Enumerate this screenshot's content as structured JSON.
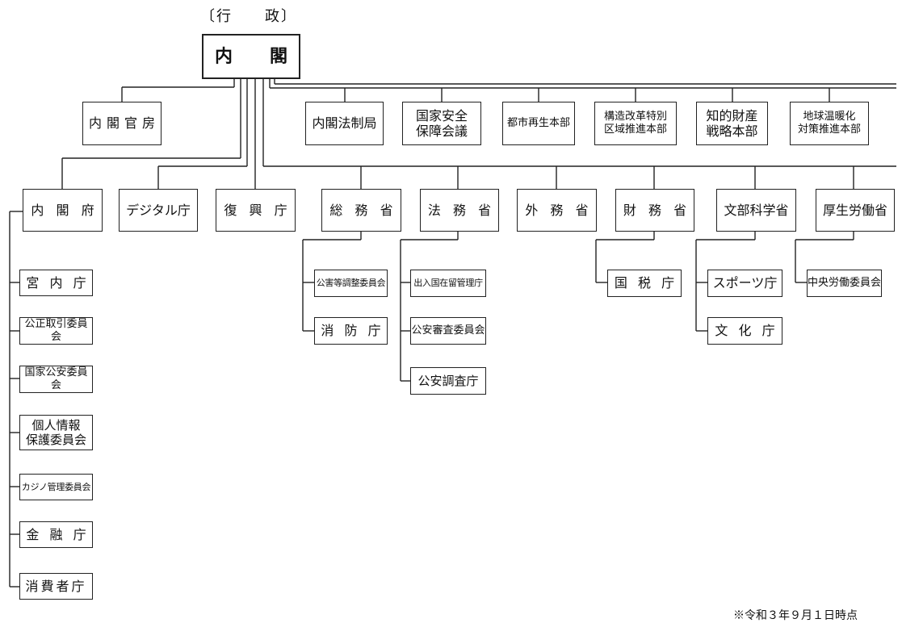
{
  "heading": "〔行　　政〕",
  "cabinet": {
    "left": "内",
    "right": "閣"
  },
  "cabinet_secretariat": "内閣官房",
  "cabinet_units": [
    "内閣法制局",
    "国家安全\n保障会議",
    "都市再生本部",
    "構造改革特別\n区域推進本部",
    "知的財産\n戦略本部",
    "地球温暖化\n対策推進本部"
  ],
  "ministries": {
    "naikakufu": "内 閣 府",
    "digital": "デジタル庁",
    "fukko": "復 興 庁",
    "somu": "総 務 省",
    "homu": "法 務 省",
    "gaimu": "外 務 省",
    "zaimu": "財 務 省",
    "monbu": "文部科学省",
    "kosei": "厚生労働省"
  },
  "naikakufu_agencies": [
    "宮 内 庁",
    "公正取引委員会",
    "国家公安委員会",
    "個人情報\n保護委員会",
    "カジノ管理委員会",
    "金 融 庁",
    "消費者庁"
  ],
  "somu_agencies": [
    "公害等調整委員会",
    "消 防 庁"
  ],
  "homu_agencies": [
    "出入国在留管理庁",
    "公安審査委員会",
    "公安調査庁"
  ],
  "zaimu_agencies": [
    "国 税 庁"
  ],
  "monbu_agencies": [
    "スポーツ庁",
    "文 化 庁"
  ],
  "kosei_agencies": [
    "中央労働委員会"
  ],
  "note": "※令和３年９月１日時点"
}
